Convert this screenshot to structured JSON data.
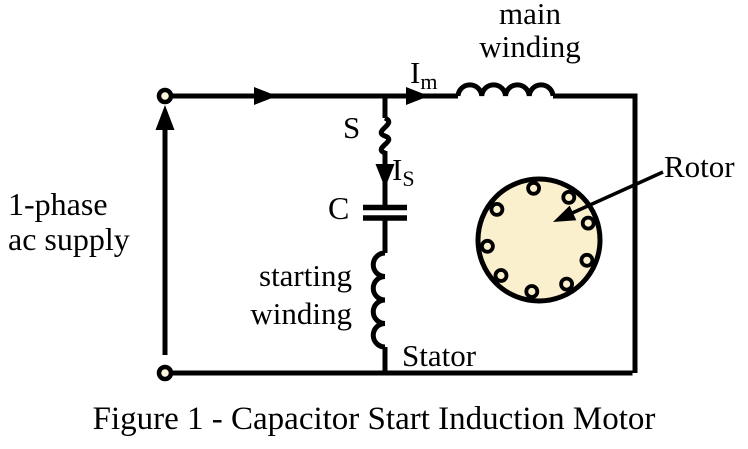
{
  "figure": {
    "caption": "Figure 1 - Capacitor Start Induction Motor"
  },
  "labels": {
    "supply_line1": "1-phase",
    "supply_line2": "ac supply",
    "main_winding_line1": "main",
    "main_winding_line2": "winding",
    "current_main": {
      "symbol": "I",
      "sub": "m"
    },
    "switch": "S",
    "current_start": {
      "symbol": "I",
      "sub": "S"
    },
    "capacitor": "C",
    "starting_winding_line1": "starting",
    "starting_winding_line2": "winding",
    "stator": "Stator",
    "rotor": "Rotor"
  },
  "colors": {
    "line": "#000000",
    "rotor_fill": "#faf0cd",
    "terminal_fill": "#fdf6dd",
    "background": "#ffffff"
  }
}
